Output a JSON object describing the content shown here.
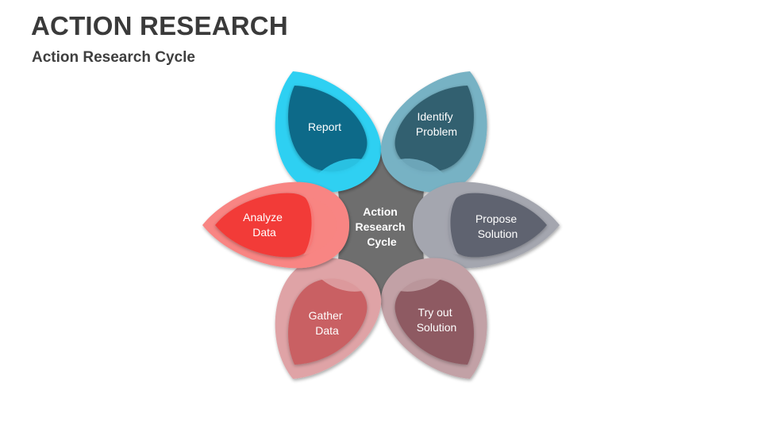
{
  "header": {
    "title": "ACTION RESEARCH",
    "subtitle": "Action Research Cycle"
  },
  "diagram": {
    "center": {
      "label_lines": [
        "Action",
        "Research",
        "Cycle"
      ],
      "color": "#6e6e6e"
    },
    "petals": [
      {
        "id": "report",
        "label_lines": [
          "Report"
        ],
        "outer_color": "#2fd0f2",
        "inner_color": "#0e6b89"
      },
      {
        "id": "identify-problem",
        "label_lines": [
          "Identify",
          "Problem"
        ],
        "outer_color": "#77b2c4",
        "inner_color": "#33606f"
      },
      {
        "id": "propose-solution",
        "label_lines": [
          "Propose",
          "Solution"
        ],
        "outer_color": "#a4a6af",
        "inner_color": "#5e6370"
      },
      {
        "id": "try-out-solution",
        "label_lines": [
          "Try out",
          "Solution"
        ],
        "outer_color": "#c2a1a6",
        "inner_color": "#8e5a62"
      },
      {
        "id": "gather-data",
        "label_lines": [
          "Gather",
          "Data"
        ],
        "outer_color": "#dfa3a6",
        "inner_color": "#c96063"
      },
      {
        "id": "analyze-data",
        "label_lines": [
          "Analyze",
          "Data"
        ],
        "outer_color": "#f88583",
        "inner_color": "#f23a38"
      }
    ]
  }
}
